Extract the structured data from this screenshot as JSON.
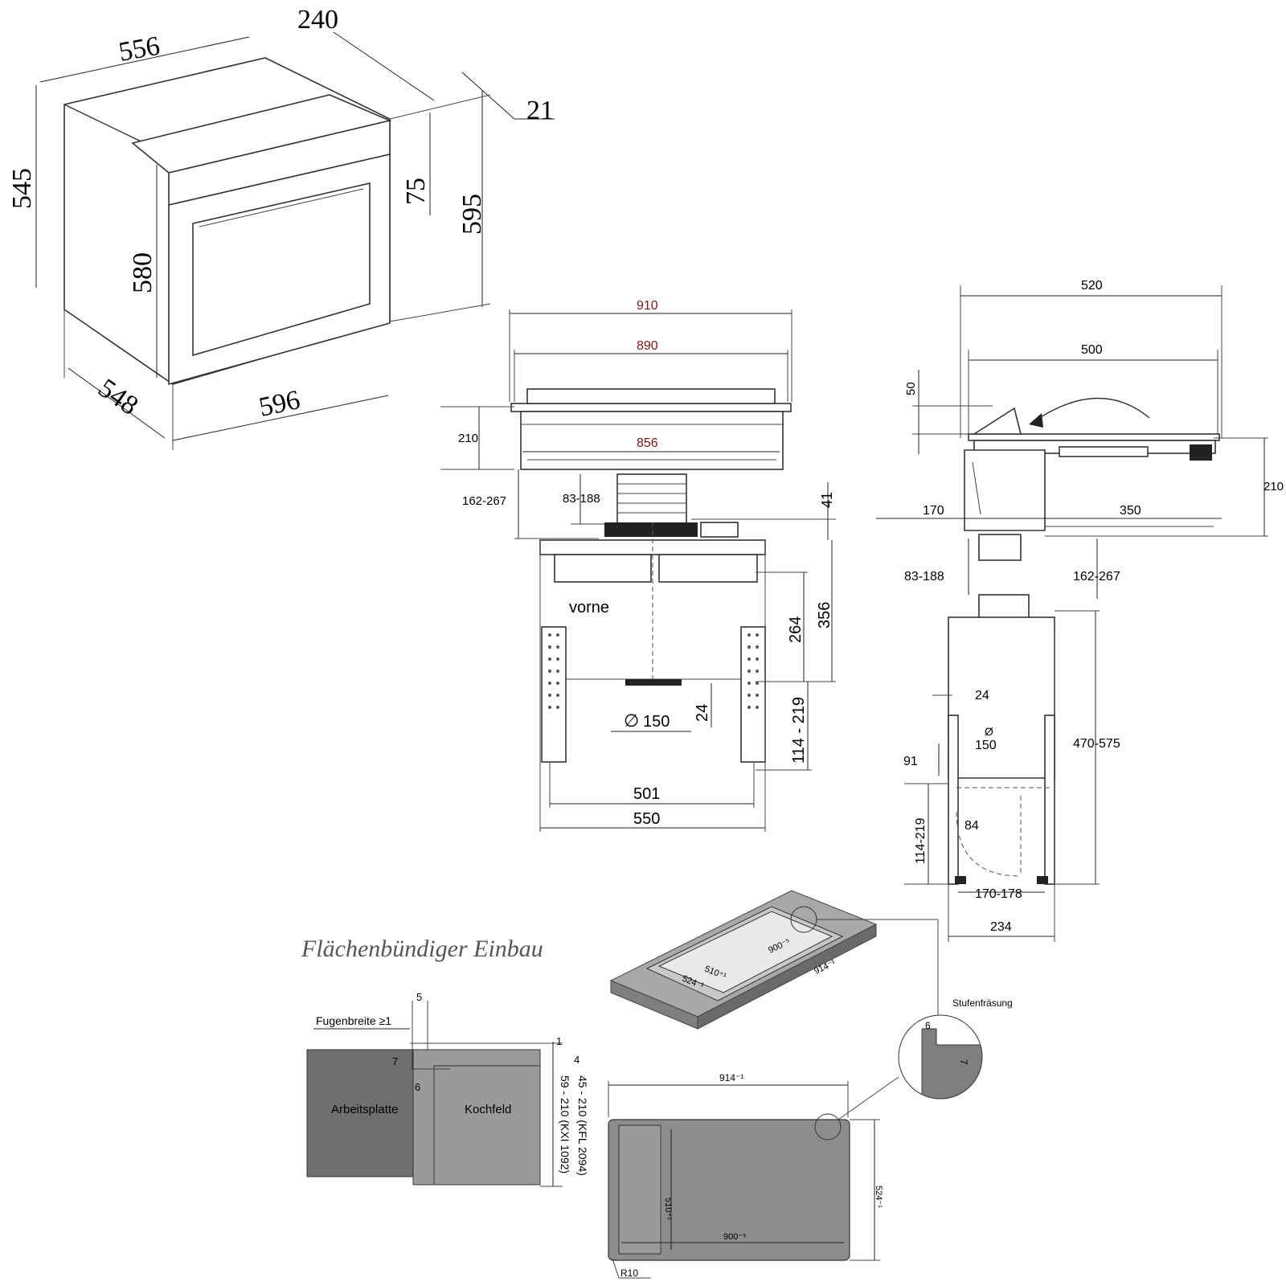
{
  "oven": {
    "dims": {
      "d556": "556",
      "d240": "240",
      "d21": "21",
      "d545": "545",
      "d580": "580",
      "d75": "75",
      "d595": "595",
      "d548": "548",
      "d596": "596"
    }
  },
  "hob_front": {
    "dims": {
      "d910": "910",
      "d890": "890",
      "d856": "856",
      "d210": "210",
      "d162_267": "162-267",
      "d83_188": "83-188",
      "d41": "41",
      "d356": "356",
      "d264": "264",
      "d24": "24",
      "d150": "150",
      "d114_219": "114 - 219",
      "d501": "501",
      "d550": "550"
    },
    "label_front": "vorne",
    "dia_symbol": "∅"
  },
  "hob_side": {
    "dims": {
      "d520": "520",
      "d500": "500",
      "d50": "50",
      "d210": "210",
      "d170": "170",
      "d350": "350",
      "d83_188": "83-188",
      "d162_267": "162-267",
      "d24": "24",
      "d150": "150",
      "d91": "91",
      "d470_575": "470-575",
      "d114_219": "114-219",
      "d84": "84",
      "d170_178": "170-178",
      "d234": "234"
    },
    "dia_symbol": "Ø"
  },
  "flush": {
    "title": "Flächenbündiger Einbau",
    "fugenbreite": "Fugenbreite ≥1",
    "d5": "5",
    "d1": "1",
    "d4": "4",
    "d7": "7",
    "d6": "6",
    "arbeitsplatte": "Arbeitsplatte",
    "kochfeld": "Kochfeld",
    "range_kfl": "45 - 210 (KFL 2094)",
    "range_kxi": "59 - 210 (KXI 1092)",
    "stufenfraesung": "Stufenfräsung",
    "step_d6": "6",
    "step_d7": "7",
    "iso_510": "510⁺¹",
    "iso_900": "900⁻⁵",
    "iso_524": "524⁻¹",
    "iso_914": "914⁻¹",
    "top_914": "914⁻¹",
    "top_510": "510⁺¹",
    "top_900": "900⁻⁵",
    "top_524": "524⁻¹",
    "top_r10": "R10"
  }
}
